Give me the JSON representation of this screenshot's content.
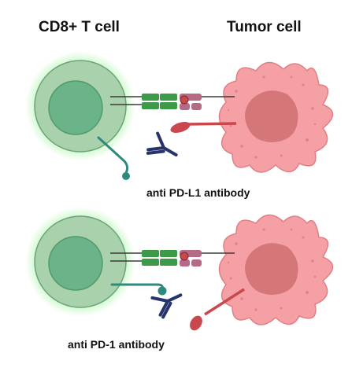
{
  "labels": {
    "t_cell": "CD8+ T cell",
    "tumor_cell": "Tumor cell",
    "antibody_top": "anti PD-L1 antibody",
    "antibody_bottom": "anti PD-1 antibody"
  },
  "colors": {
    "t_cell_outer": "#a9d2ac",
    "t_cell_nucleus": "#6bb489",
    "t_cell_glow": "#7ff07a",
    "tcr_green": "#3c9a49",
    "mhc_mauve": "#b56a86",
    "tumor_body": "#f4a0a4",
    "tumor_nucleus": "#d57679",
    "pd1_teal": "#2f8a7d",
    "pdl1_red": "#c9484d",
    "antibody_navy": "#27336a"
  },
  "icons": [
    "t-cell",
    "tumor-cell",
    "tcr-mhc-complex",
    "pd-1-receptor",
    "pd-l1-ligand",
    "antibody"
  ]
}
